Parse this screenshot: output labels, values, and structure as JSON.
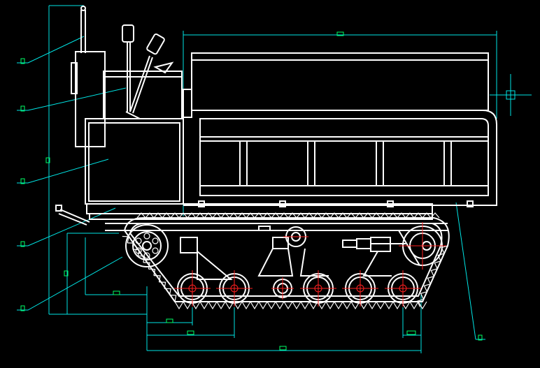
{
  "colors": {
    "background": "#000000",
    "outline": "#ffffff",
    "dimension": "#00e5e5",
    "centerline": "#ff2020",
    "text_marker": "#00ff66"
  },
  "leaders": [
    {
      "id": "leader-1",
      "text": ""
    },
    {
      "id": "leader-2",
      "text": ""
    },
    {
      "id": "leader-3",
      "text": ""
    },
    {
      "id": "leader-4",
      "text": ""
    },
    {
      "id": "leader-5",
      "text": ""
    },
    {
      "id": "leader-6",
      "text": ""
    }
  ],
  "dimensions": [
    {
      "id": "dim-top-length",
      "text": ""
    },
    {
      "id": "dim-overall-height",
      "text": ""
    },
    {
      "id": "dim-ground-clearance",
      "text": ""
    },
    {
      "id": "dim-front-overhang",
      "text": ""
    },
    {
      "id": "dim-wheel-offset-1",
      "text": ""
    },
    {
      "id": "dim-wheel-offset-2",
      "text": ""
    },
    {
      "id": "dim-track-length",
      "text": ""
    },
    {
      "id": "dim-rear-overhang",
      "text": ""
    }
  ],
  "road_wheel_count": 6
}
